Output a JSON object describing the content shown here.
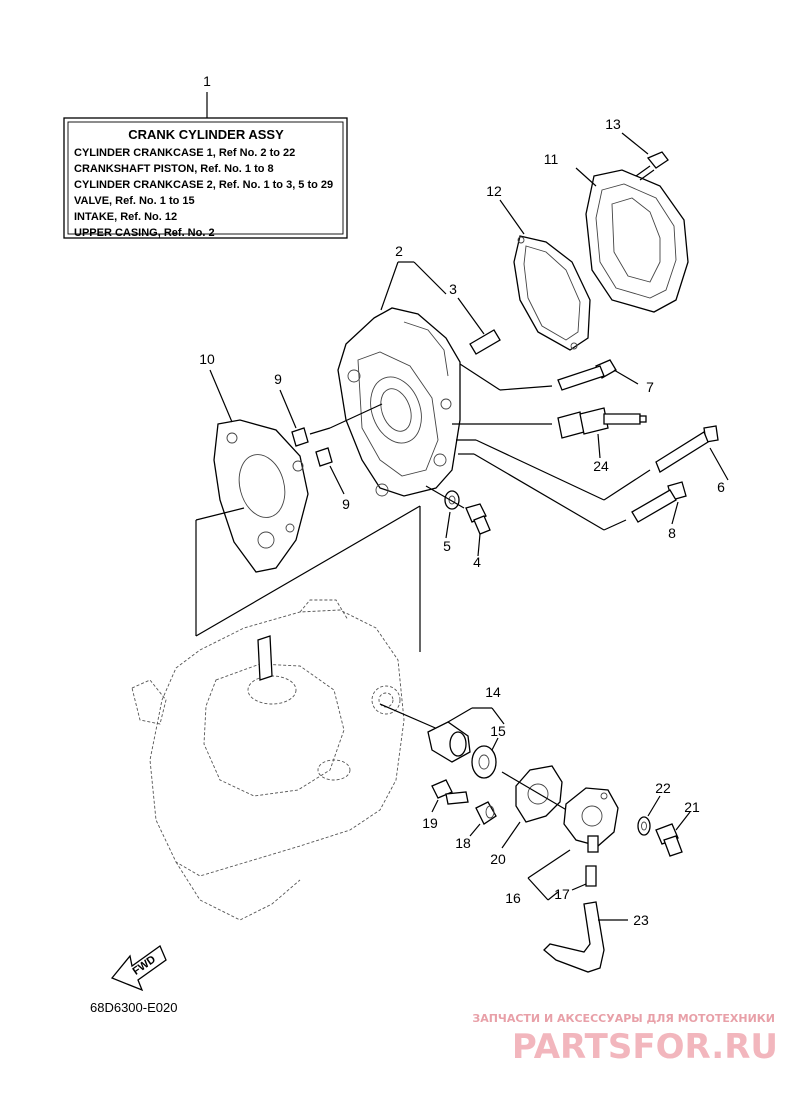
{
  "assembly_box": {
    "ref": "1",
    "title": "CRANK CYLINDER ASSY",
    "lines": [
      "CYLINDER CRANKCASE 1,  Ref No. 2 to 22",
      "CRANKSHAFT PISTON,  Ref. No. 1 to 8",
      "CYLINDER CRANKCASE 2,  Ref. No. 1 to 3, 5 to 29",
      "VALVE,  Ref. No. 1 to 15",
      "INTAKE,  Ref. No. 12",
      "UPPER CASING,  Ref. No. 2"
    ]
  },
  "callouts": {
    "c2": "2",
    "c3": "3",
    "c4": "4",
    "c5": "5",
    "c6": "6",
    "c7": "7",
    "c8": "8",
    "c9a": "9",
    "c9b": "9",
    "c10": "10",
    "c11": "11",
    "c12": "12",
    "c13": "13",
    "c14": "14",
    "c15": "15",
    "c16": "16",
    "c17": "17",
    "c18": "18",
    "c19": "19",
    "c20": "20",
    "c21": "21",
    "c22": "22",
    "c23": "23",
    "c24": "24"
  },
  "fwd_label": "FWD",
  "diagram_code": "68D6300-E020",
  "watermark": {
    "subtitle": "ЗАПЧАСТИ И АКСЕССУАРЫ ДЛЯ МОТОТЕХНИКИ",
    "brand": "PARTSFOR.RU"
  }
}
